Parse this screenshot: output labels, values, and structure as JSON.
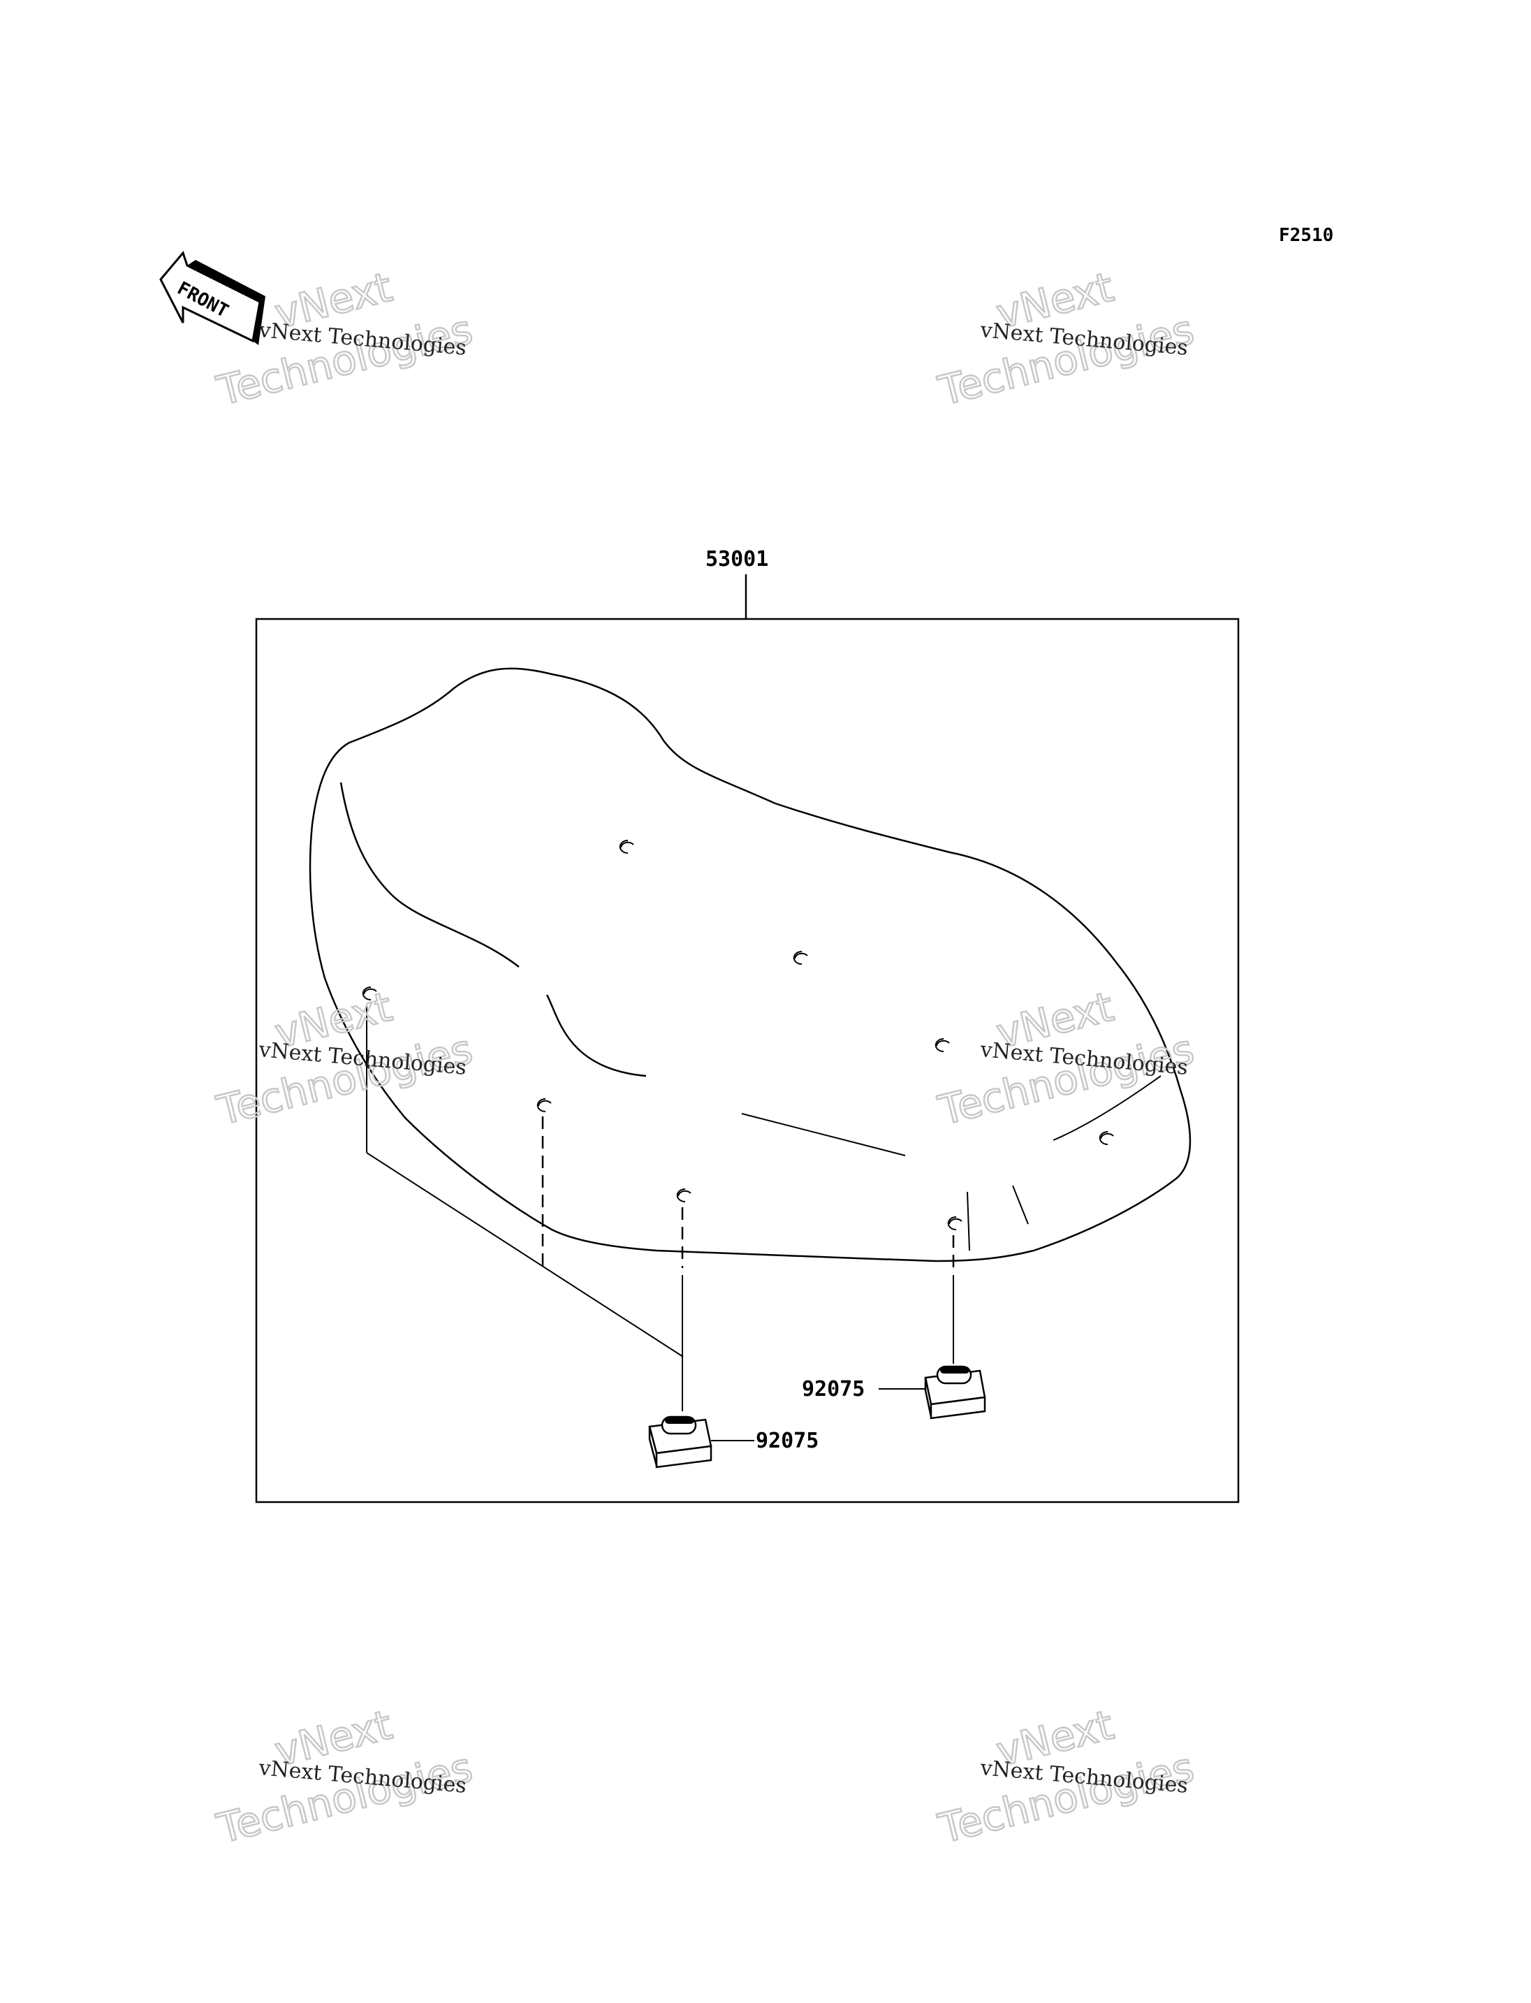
{
  "figure_code": "F2510",
  "front_indicator": "FRONT",
  "parts": {
    "seat": "53001",
    "damper_left": "92075",
    "damper_right": "92075"
  },
  "watermark": {
    "line_small": "vNext Technologies",
    "line_big_1": "vNext",
    "line_big_2": "Technologies"
  }
}
